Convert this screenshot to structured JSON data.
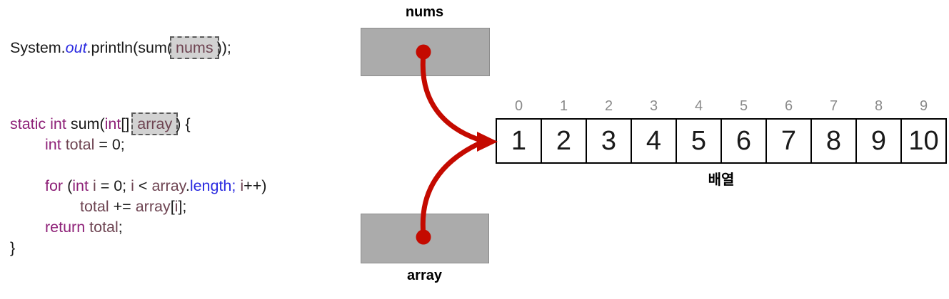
{
  "colors": {
    "plain": "#1a1a1a",
    "keyword": "#8e2178",
    "variable": "#6e4452",
    "blue": "#2a2ae0",
    "arrow": "#c40a00",
    "box_fill": "#ababab",
    "box_border": "#8c8c8c",
    "highlight_fill": "#d2d2d2",
    "highlight_border": "#5a5a5a",
    "index_label": "#8a8a8a"
  },
  "code": {
    "line1": [
      {
        "t": "System.",
        "c": "p"
      },
      {
        "t": "out",
        "c": "b",
        "it": true
      },
      {
        "t": ".println(sum(",
        "c": "p"
      },
      {
        "t": "nums",
        "c": "v",
        "hl": true
      },
      {
        "t": "));",
        "c": "p"
      }
    ],
    "block": [
      {
        "indent": 0,
        "tokens": [
          {
            "t": "static int",
            "c": "k"
          },
          {
            "t": " sum(",
            "c": "p"
          },
          {
            "t": "int",
            "c": "k"
          },
          {
            "t": "[] ",
            "c": "p"
          },
          {
            "t": "array",
            "c": "v",
            "hl": true
          },
          {
            "t": ") {",
            "c": "p"
          }
        ]
      },
      {
        "indent": 1,
        "tokens": [
          {
            "t": "int",
            "c": "k"
          },
          {
            "t": " ",
            "c": "p"
          },
          {
            "t": "total",
            "c": "v"
          },
          {
            "t": " = 0;",
            "c": "p"
          }
        ]
      },
      {
        "indent": 0,
        "tokens": []
      },
      {
        "indent": 1,
        "tokens": [
          {
            "t": "for",
            "c": "k"
          },
          {
            "t": " (",
            "c": "p"
          },
          {
            "t": "int",
            "c": "k"
          },
          {
            "t": " ",
            "c": "p"
          },
          {
            "t": "i",
            "c": "v"
          },
          {
            "t": " = 0; ",
            "c": "p"
          },
          {
            "t": "i",
            "c": "v"
          },
          {
            "t": " < ",
            "c": "p"
          },
          {
            "t": "array",
            "c": "v"
          },
          {
            "t": ".",
            "c": "p"
          },
          {
            "t": "length;",
            "c": "b"
          },
          {
            "t": " ",
            "c": "p"
          },
          {
            "t": "i",
            "c": "v"
          },
          {
            "t": "++)",
            "c": "p"
          }
        ]
      },
      {
        "indent": 2,
        "tokens": [
          {
            "t": "total",
            "c": "v"
          },
          {
            "t": " += ",
            "c": "p"
          },
          {
            "t": "array",
            "c": "v"
          },
          {
            "t": "[",
            "c": "p"
          },
          {
            "t": "i",
            "c": "v"
          },
          {
            "t": "];",
            "c": "p"
          }
        ]
      },
      {
        "indent": 1,
        "tokens": [
          {
            "t": "return",
            "c": "k"
          },
          {
            "t": " ",
            "c": "p"
          },
          {
            "t": "total",
            "c": "v"
          },
          {
            "t": ";",
            "c": "p"
          }
        ]
      },
      {
        "indent": 0,
        "tokens": [
          {
            "t": "}",
            "c": "p"
          }
        ]
      }
    ]
  },
  "references": {
    "top_label": "nums",
    "bottom_label": "array"
  },
  "array": {
    "indices": [
      "0",
      "1",
      "2",
      "3",
      "4",
      "5",
      "6",
      "7",
      "8",
      "9"
    ],
    "values": [
      "1",
      "2",
      "3",
      "4",
      "5",
      "6",
      "7",
      "8",
      "9",
      "10"
    ],
    "caption": "배열"
  }
}
